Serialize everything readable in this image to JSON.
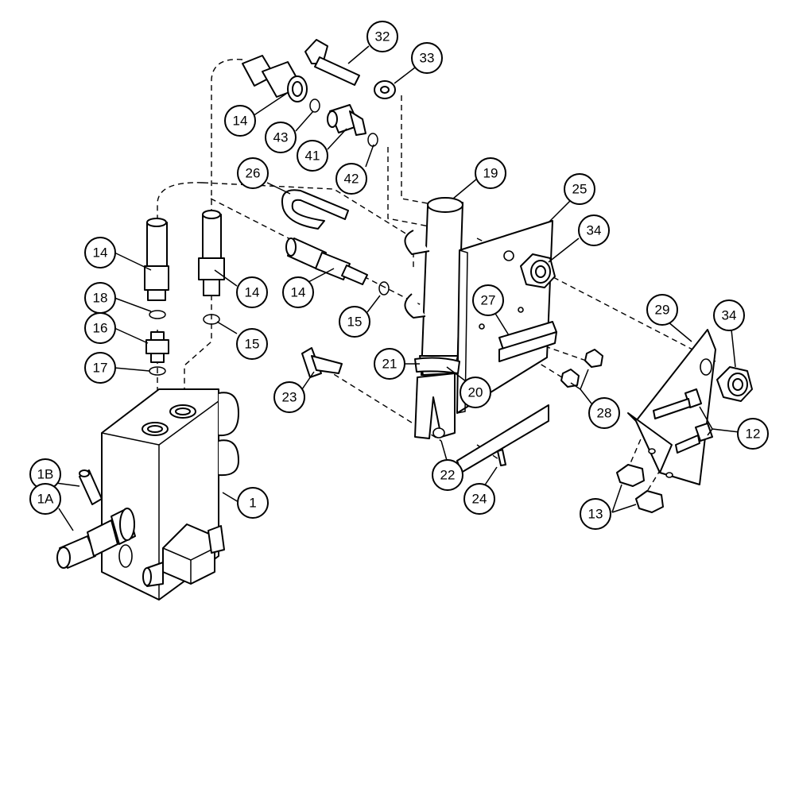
{
  "diagram": {
    "callouts": [
      {
        "id": "c32",
        "label": "32"
      },
      {
        "id": "c33",
        "label": "33"
      },
      {
        "id": "c14a",
        "label": "14"
      },
      {
        "id": "c43",
        "label": "43"
      },
      {
        "id": "c41",
        "label": "41"
      },
      {
        "id": "c42",
        "label": "42"
      },
      {
        "id": "c26",
        "label": "26"
      },
      {
        "id": "c19",
        "label": "19"
      },
      {
        "id": "c25",
        "label": "25"
      },
      {
        "id": "c34a",
        "label": "34"
      },
      {
        "id": "c14b",
        "label": "14"
      },
      {
        "id": "c14c",
        "label": "14"
      },
      {
        "id": "c14d",
        "label": "14"
      },
      {
        "id": "c18",
        "label": "18"
      },
      {
        "id": "c16",
        "label": "16"
      },
      {
        "id": "c15a",
        "label": "15"
      },
      {
        "id": "c15b",
        "label": "15"
      },
      {
        "id": "c17",
        "label": "17"
      },
      {
        "id": "c27",
        "label": "27"
      },
      {
        "id": "c29",
        "label": "29"
      },
      {
        "id": "c34b",
        "label": "34"
      },
      {
        "id": "c21",
        "label": "21"
      },
      {
        "id": "c20",
        "label": "20"
      },
      {
        "id": "c23",
        "label": "23"
      },
      {
        "id": "c28",
        "label": "28"
      },
      {
        "id": "c12",
        "label": "12"
      },
      {
        "id": "c22",
        "label": "22"
      },
      {
        "id": "c24",
        "label": "24"
      },
      {
        "id": "c13",
        "label": "13"
      },
      {
        "id": "c1B",
        "label": "1B"
      },
      {
        "id": "c1A",
        "label": "1A"
      },
      {
        "id": "c1",
        "label": "1"
      }
    ]
  }
}
